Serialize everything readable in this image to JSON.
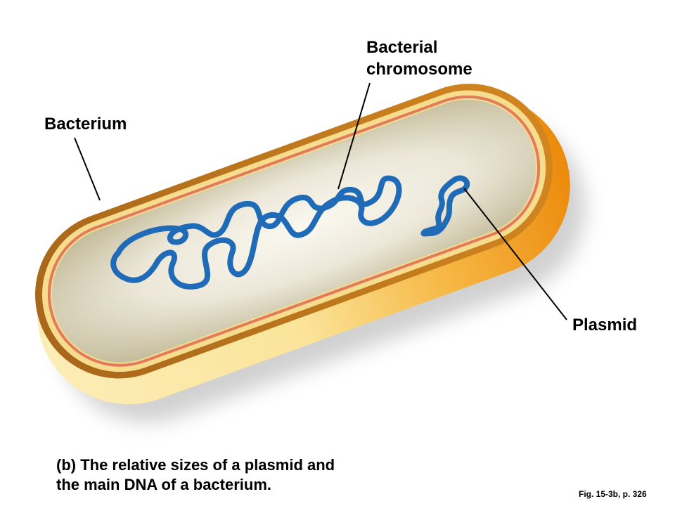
{
  "labels": {
    "bacterial_chromosome_line1": "Bacterial",
    "bacterial_chromosome_line2": "chromosome",
    "bacterium": "Bacterium",
    "plasmid": "Plasmid"
  },
  "caption": {
    "line1": "(b) The relative sizes of a plasmid and",
    "line2": "the main DNA of a bacterium."
  },
  "figure_reference": "Fig. 15-3b, p. 326",
  "colors": {
    "cell_outer_light": "#fbeaa6",
    "cell_outer_orange": "#ee8f10",
    "cell_wall_brown": "#b9761d",
    "cell_membrane_red": "#e27a5c",
    "cytoplasm_gray": "#cdc7b2",
    "dna_blue": "#1f6bb8",
    "leader_line": "#000000"
  }
}
